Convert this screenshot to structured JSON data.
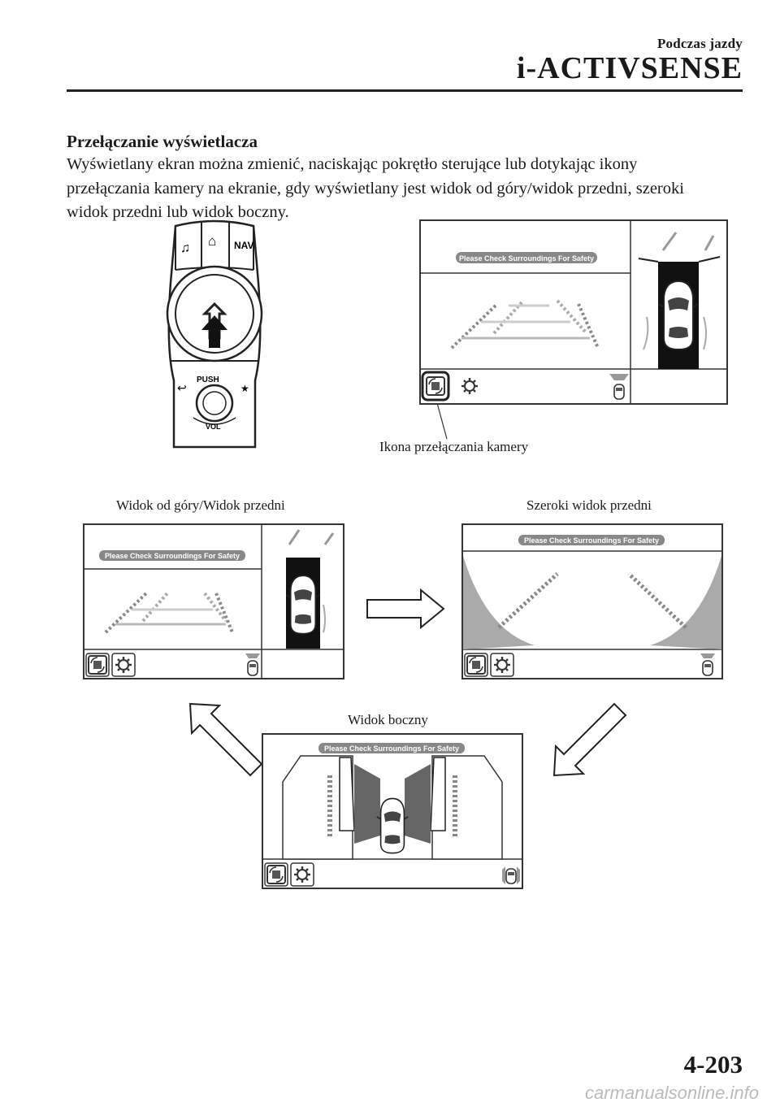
{
  "header": {
    "section": "Podczas jazdy",
    "chapter": "i-ACTIVSENSE"
  },
  "section_title": "Przełączanie wyświetlacza",
  "paragraph": [
    "Wyświetlany ekran można zmienić, naciskając pokrętło sterujące lub dotykając ikony",
    "przełączania kamery na ekranie, gdy wyświetlany jest widok od góry/widok przedni, szeroki",
    "widok przedni lub widok boczny."
  ],
  "controller": {
    "btn_music": "♫",
    "btn_home": "⌂",
    "btn_nav": "NAV",
    "push": "PUSH",
    "vol": "VOL",
    "back": "↩",
    "fav": "★"
  },
  "screen_banner": "Please Check Surroundings For Safety",
  "callout": "Ikona przełączania kamery",
  "views": {
    "top_front": "Widok od góry/Widok przedni",
    "wide_front": "Szeroki widok przedni",
    "side": "Widok boczny"
  },
  "page_number": "4-203",
  "watermark": "carmanualsonline.info"
}
